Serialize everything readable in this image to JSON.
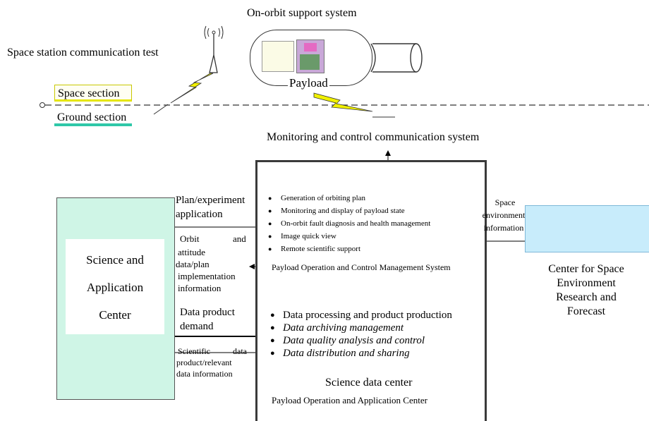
{
  "titles": {
    "comm_test": "Space station communication test",
    "onorbit": "On-orbit support system",
    "payload": "Payload",
    "monitoring": "Monitoring and control communication system"
  },
  "sections": {
    "space": "Space section",
    "ground": "Ground section"
  },
  "science_app_center": {
    "line1": "Science and",
    "line2": "Application",
    "line3": "Center"
  },
  "flows": {
    "plan_line1": "Plan/experiment",
    "plan_line2": "application",
    "orbit_line1": "Orbit",
    "orbit_and": "and",
    "orbit_line2": "attitude",
    "orbit_line3": "data/plan",
    "orbit_line4": "implementation",
    "orbit_line5": "information",
    "demand_line1": "Data product",
    "demand_line2": "demand",
    "sci_line1": "Scientific",
    "sci_data": "data",
    "sci_line2": "product/relevant",
    "sci_line3": "data information",
    "env_line1": "Space",
    "env_line2": "environment",
    "env_line3": "information"
  },
  "pocms": {
    "items": [
      "Generation of orbiting plan",
      "Monitoring and display of payload state",
      "On-orbit fault diagnosis and health management",
      "Image quick view",
      "Remote scientific support"
    ],
    "label": "Payload Operation and Control Management System"
  },
  "sdc": {
    "items": [
      "Data processing and product production",
      "Data archiving management",
      "Data quality analysis and control",
      "Data distribution and sharing"
    ],
    "label": "Science data center",
    "bottom": "Payload Operation and Application Center"
  },
  "forecast": {
    "line1": "Center for Space",
    "line2": "Environment",
    "line3": "Research and",
    "line4": "Forecast"
  }
}
